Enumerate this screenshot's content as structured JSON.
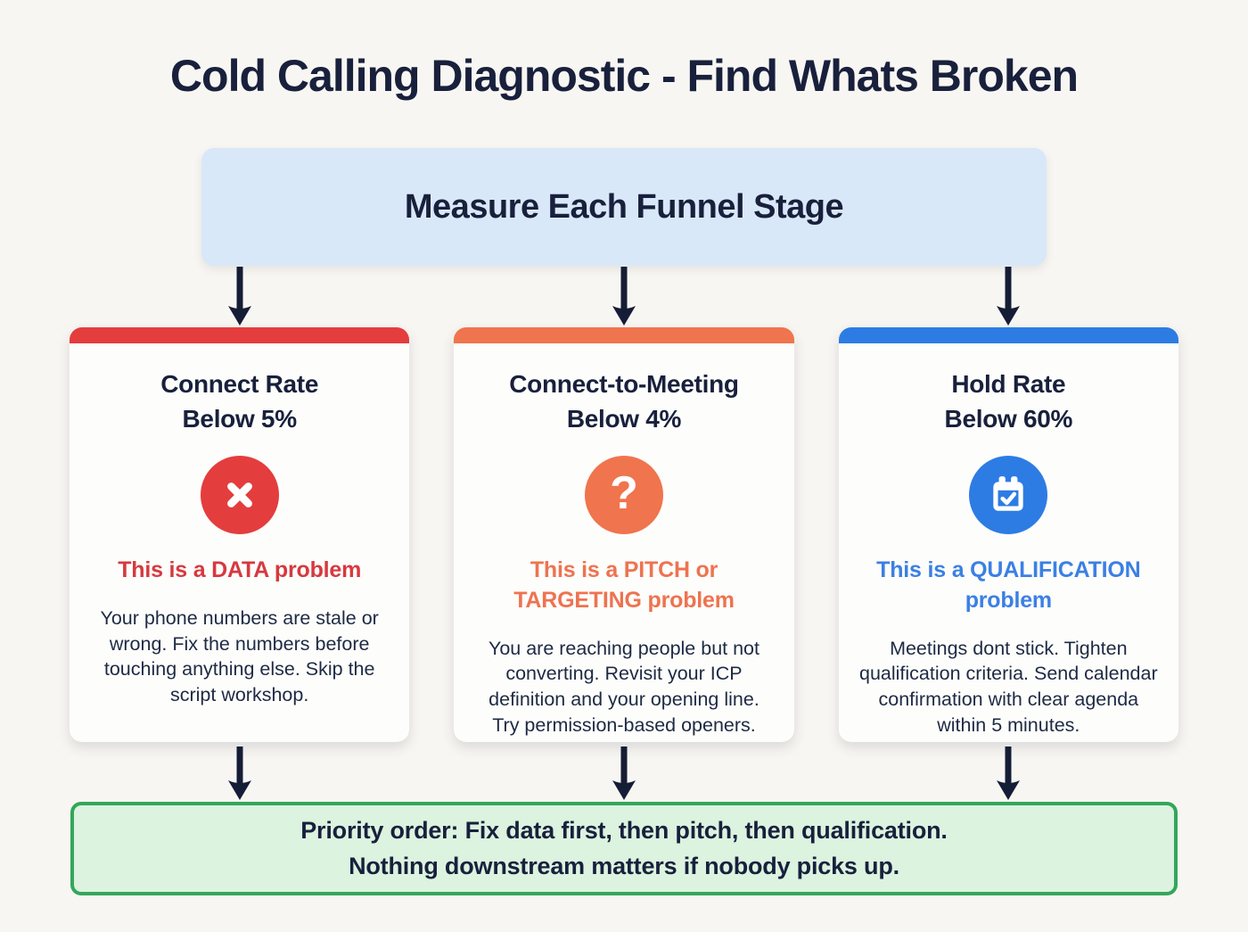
{
  "title": "Cold Calling Diagnostic - Find Whats Broken",
  "funnel_box": {
    "label": "Measure Each Funnel Stage"
  },
  "cards": [
    {
      "heading": "Connect Rate\nBelow 5%",
      "icon": "x-circle-icon",
      "accent_color": "#e43d3e",
      "label_color": "#d63940",
      "problem_label": "This is a DATA problem",
      "description": "Your phone numbers are stale or wrong. Fix the numbers before touching anything else. Skip the script workshop."
    },
    {
      "heading": "Connect-to-Meeting\nBelow 4%",
      "icon": "question-circle-icon",
      "accent_color": "#f0744d",
      "label_color": "#ee7350",
      "problem_label": "This is a PITCH or TARGETING problem",
      "description": "You are reaching people but not converting. Revisit your ICP definition and your opening line. Try permission-based openers."
    },
    {
      "heading": "Hold Rate\nBelow 60%",
      "icon": "calendar-check-icon",
      "accent_color": "#2d7ce4",
      "label_color": "#3b80e4",
      "problem_label": "This is a QUALIFICATION problem",
      "description": "Meetings dont stick. Tighten qualification criteria. Send calendar confirmation with clear agenda within 5 minutes."
    }
  ],
  "priority_box": {
    "text": "Priority order: Fix data first, then pitch, then qualification.\nNothing downstream matters if nobody picks up."
  },
  "colors": {
    "background": "#f8f6f2",
    "heading_text": "#18203c",
    "body_text": "#1e2a44",
    "arrow": "#151d36",
    "funnel_box_bg": "#d9e8f8",
    "priority_border": "#34a65a",
    "priority_bg": "#dcf3df"
  }
}
